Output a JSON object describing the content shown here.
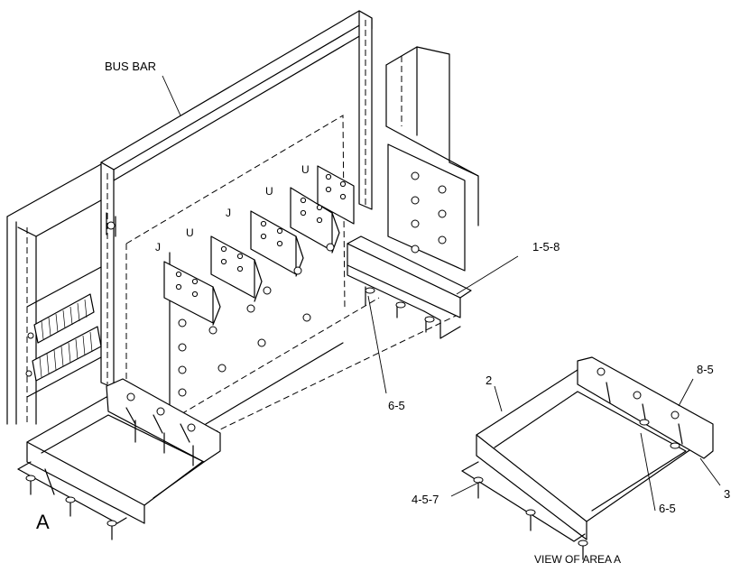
{
  "labels": {
    "bus_bar": "BUS BAR",
    "ref_1_5_8": "1-5-8",
    "ref_6_5_main": "6-5",
    "ref_2": "2",
    "ref_8_5": "8-5",
    "ref_3": "3",
    "ref_4_5_7": "4-5-7",
    "ref_6_5_detail": "6-5",
    "area_marker": "A",
    "view_caption": "VIEW OF AREA  A"
  },
  "terminal_marks": [
    "J",
    "U",
    "J",
    "U",
    "U"
  ],
  "colors": {
    "line": "#000000",
    "background": "#ffffff"
  }
}
